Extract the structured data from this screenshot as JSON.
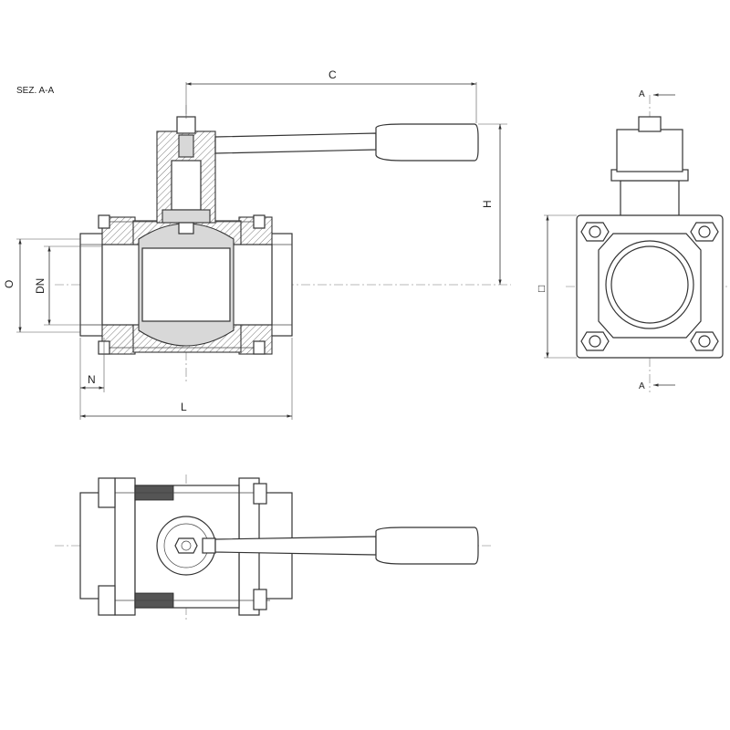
{
  "section_title": "SEZ. A-A",
  "dimensions": {
    "c": "C",
    "h": "H",
    "o": "O",
    "dn": "DN",
    "n": "N",
    "l": "L",
    "square": "□"
  },
  "section_marks": {
    "top": "A",
    "bottom": "A"
  }
}
